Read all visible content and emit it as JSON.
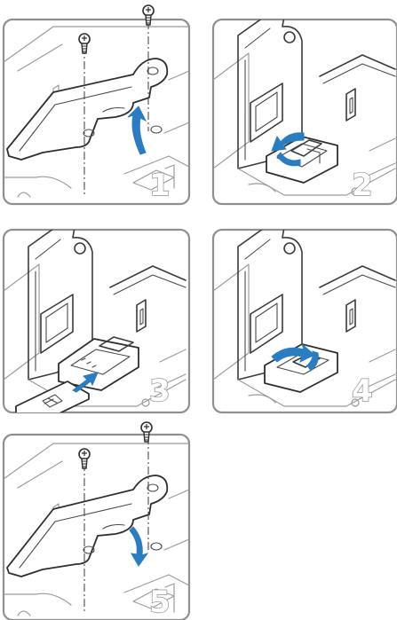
{
  "figure": {
    "steps": [
      {
        "number": "1",
        "arrow_direction": "up"
      },
      {
        "number": "2",
        "arrow_direction": "open"
      },
      {
        "number": "3",
        "arrow_direction": "insert"
      },
      {
        "number": "4",
        "arrow_direction": "close"
      },
      {
        "number": "5",
        "arrow_direction": "down"
      }
    ],
    "colors": {
      "arrow": "#2a7dc1",
      "frame": "#8f8f8f",
      "line": "#3a3a3a"
    },
    "icons": [
      "screw-icon",
      "rotate-arrow-icon",
      "sim-card-icon"
    ]
  }
}
